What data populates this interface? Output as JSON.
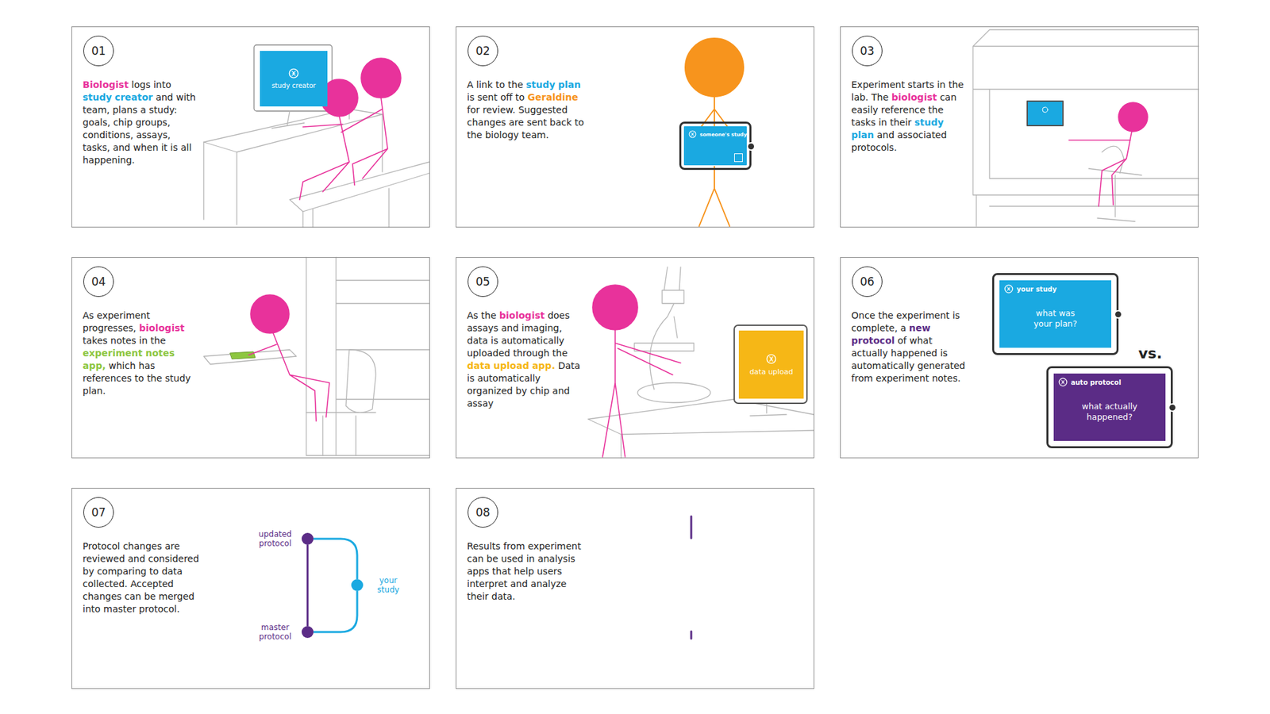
{
  "diagram": {
    "nodes": [
      {
        "text": [
          "Biologist logs into study creator and with team, plans a study: goals, chip groups, conditions, assays, tasks, and when it is all happening."
        ]
      },
      {
        "text": [
          "01"
        ],
        "in": 0
      },
      {
        "text": [
          "study creator"
        ],
        "in": 0
      },
      {
        "text": [
          "A link to the study plan is sent off to Geraldine for review. Suggested changes are sent back to the biology team."
        ]
      },
      {
        "text": [
          "02"
        ],
        "in": 3
      },
      {
        "text": [
          "someone's study"
        ],
        "in": 3
      },
      {
        "text": [
          "Experiment starts in the lab. The biologist can easily reference the tasks in their study plan and associated protocols."
        ]
      },
      {
        "text": [
          "03"
        ],
        "in": 6
      },
      {
        "text": [
          "As experiment progresses, biologist takes notes in the experiment notes app, which has references to the study plan."
        ]
      },
      {
        "text": [
          "04"
        ],
        "in": 8
      },
      {
        "text": [
          "As the biologist does assays and imaging, data is automatically uploaded through the data upload app. Data is automatically organized by chip and assay"
        ]
      },
      {
        "text": [
          "05"
        ],
        "in": 10
      },
      {
        "text": [
          "data upload"
        ],
        "in": 10
      },
      {
        "text": [
          "Once the experiment is complete, a new protocol of what actually happened is automatically generated from experiment notes."
        ]
      },
      {
        "text": [
          "06"
        ],
        "in": 13
      },
      {
        "text": [
          "your study",
          "what was your plan?"
        ],
        "in": 13
      },
      {
        "text": [
          "auto protocol",
          "what actually happened?"
        ],
        "in": 13
      },
      {
        "text": [
          "Protocol changes are reviewed and considered by comparing to data collected. Accepted changes can be merged into master protocol."
        ]
      },
      {
        "text": [
          "07"
        ],
        "in": 17
      },
      {
        "text": [
          "updated protocol"
        ],
        "in": 17
      },
      {
        "text": [
          "your study"
        ],
        "in": 17
      },
      {
        "text": [
          "master protocol"
        ],
        "in": 17
      },
      {
        "text": [
          "Results from experiment can be used in analysis apps that help users interpret and analyze their data."
        ]
      },
      {
        "text": [
          "08"
        ],
        "in": 22
      }
    ],
    "edges": [
      {
        "from": 21,
        "to": 20,
        "arrow": "none"
      },
      {
        "from": 20,
        "to": 19,
        "arrow": "none"
      },
      {
        "from": 21,
        "to": 19,
        "arrow": "none"
      }
    ],
    "labels": [
      "vs."
    ]
  }
}
